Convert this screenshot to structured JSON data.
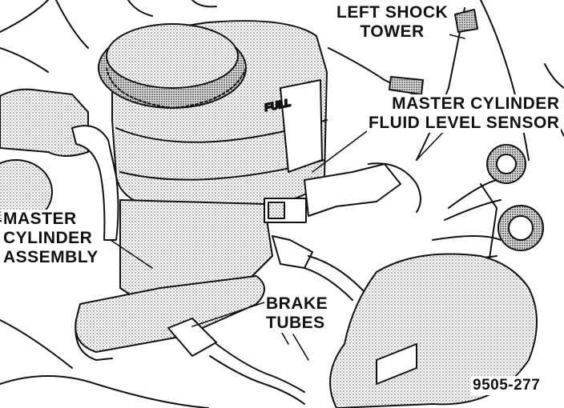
{
  "labels": {
    "left_shock_tower": [
      "LEFT SHOCK",
      "TOWER"
    ],
    "fluid_level_sensor": [
      "MASTER CYLINDER",
      "FLUID LEVEL SENSOR"
    ],
    "master_cylinder_assembly": [
      "MASTER",
      "CYLINDER",
      "ASSEMBLY"
    ],
    "brake_tubes": [
      "BRAKE",
      "TUBES"
    ]
  },
  "reservoir_stamp": "FULL",
  "figure_id": "9505-277",
  "colors": {
    "ink": "#111111",
    "paper": "#ffffff",
    "shade": "#bdbdbd"
  }
}
